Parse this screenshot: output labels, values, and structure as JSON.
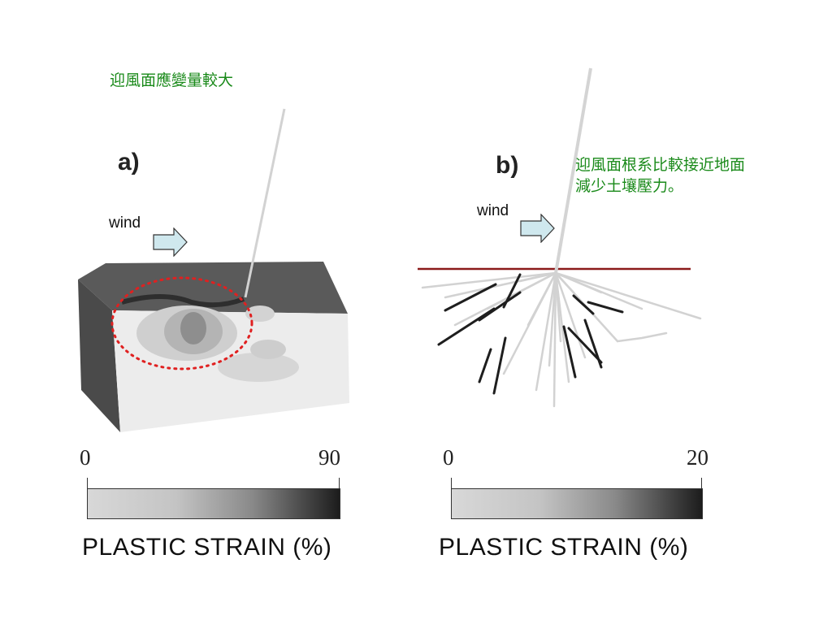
{
  "annotations": {
    "panel_a_note": "迎風面應變量較大",
    "panel_b_note_line1": "迎風面根系比較接近地面",
    "panel_b_note_line2": "減少土壤壓力。"
  },
  "panels": {
    "a": {
      "label": "a)",
      "wind_label": "wind",
      "scale_min": "0",
      "scale_max": "90",
      "scale_title": "PLASTIC STRAIN (%)"
    },
    "b": {
      "label": "b)",
      "wind_label": "wind",
      "scale_min": "0",
      "scale_max": "20",
      "scale_title": "PLASTIC STRAIN (%)"
    }
  },
  "colors": {
    "annotation_text": "#1a8a1a",
    "highlight_ellipse": "#e02020",
    "ground_line": "#8b1a1a",
    "wind_arrow_fill": "#cfe8ee"
  }
}
